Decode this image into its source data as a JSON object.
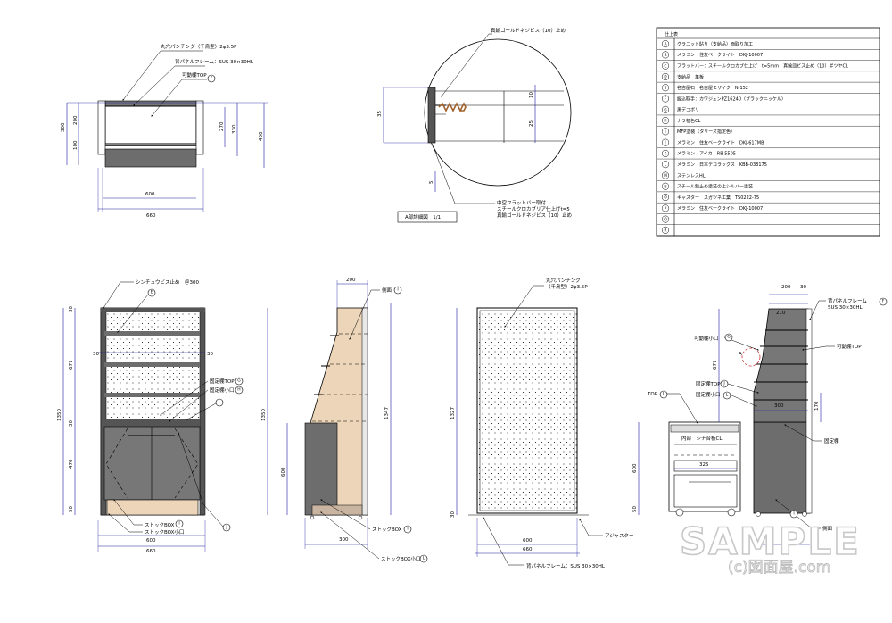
{
  "top_view": {
    "label_perf": "丸穴パンチング（千鳥型）2φ3.5P",
    "label_frame": "背パネルフレーム：SUS 30×30HL",
    "label_shelf": "可動棚TOP",
    "mark_shelf": "F",
    "dims": {
      "d200": "200",
      "d100": "100",
      "d300": "300",
      "d270": "270",
      "d330": "330",
      "d400": "400",
      "d600": "600",
      "d660": "660"
    }
  },
  "detail_a": {
    "label_screw": "真鍮ゴールドネジビス（10）止め",
    "label_bar_1": "中空フラットバー取付",
    "label_bar_2": "スチールクロカブリア仕上げt=5",
    "label_bar_3": "真鍮ゴールドネジビス（10）止め",
    "dims": {
      "d35": "35",
      "d10": "10",
      "d25": "25",
      "d5": "5"
    },
    "caption": "A部詳細図　1/1"
  },
  "finish_table": {
    "title": "仕上表",
    "rows": [
      {
        "mark": "A",
        "text": "グラニット貼り（支給品）面取り加工"
      },
      {
        "mark": "B",
        "text": "メラミン　住友ベークライト　DKJ-10007"
      },
      {
        "mark": "C",
        "text": "フラットバー：スチールクロカブ仕上げ　t=5mm　真鍮皿ビス止め（10）半ツヤCL"
      },
      {
        "mark": "D",
        "text": "支給品　革板"
      },
      {
        "mark": "E",
        "text": "名古屋石　名古屋モザイク　N-152"
      },
      {
        "mark": "F",
        "text": "掘込取手：カワジュンPZ16240（ブラックニッケル）"
      },
      {
        "mark": "G",
        "text": "黒デコボリ"
      },
      {
        "mark": "H",
        "text": "ナラ柾色CL"
      },
      {
        "mark": "I",
        "text": "MFP塗装（タリーズ指定色）"
      },
      {
        "mark": "J",
        "text": "メラミン　住友ベークライト　DKJ-617MB"
      },
      {
        "mark": "K",
        "text": "メラミン　アイカ　RB 5505"
      },
      {
        "mark": "L",
        "text": "メラミン　日本デコラックス　KBB-038175"
      },
      {
        "mark": "M",
        "text": "ステンレスHL"
      },
      {
        "mark": "N",
        "text": "スチール錆止め塗装の上シルバー塗装"
      },
      {
        "mark": "O",
        "text": "キャスター　スガツネ工業　TS0222-75"
      },
      {
        "mark": "P",
        "text": "メラミン　住友ベークライト　DKJ-10007"
      },
      {
        "mark": "Q",
        "text": ""
      },
      {
        "mark": "R",
        "text": ""
      }
    ]
  },
  "front_view": {
    "label_screw": "シンチュウビス止め　＠300",
    "label_shelf_top": "固定棚TOP",
    "label_shelf_small": "固定棚小口",
    "label_box": "ストックBOX",
    "label_box_edge": "ストックBOX小口",
    "mark_e": "E",
    "mark_g": "G",
    "mark_h": "H",
    "mark_l": "L",
    "mark_j": "J",
    "mark_i": "I",
    "dims": {
      "d1350": "1350",
      "d677": "677",
      "d470": "470",
      "d30a": "30",
      "d30b": "30",
      "d30c": "30",
      "d30d": "30",
      "d50": "50",
      "d600": "600",
      "d660": "660"
    }
  },
  "side_view": {
    "label_side": "側面",
    "label_box": "ストックBOX",
    "label_box_edge": "ストックBOX小口",
    "mark_side": "I",
    "mark_box": "I",
    "mark_edge": "L",
    "dims": {
      "d200": "200",
      "d1350": "1350",
      "d1347": "1347",
      "d600": "600",
      "d300": "300"
    }
  },
  "back_view": {
    "label_perf_1": "丸穴パンチング",
    "label_perf_2": "（千鳥型）2φ3.5P",
    "label_frame": "背パネルフレーム：SUS 30×30HL",
    "label_adjuster": "アジャスター",
    "dims": {
      "d1327": "1327",
      "d30": "30",
      "d600": "600",
      "d660": "660"
    }
  },
  "section_view": {
    "label_frame_1": "背パネルフレーム",
    "label_frame_2": "SUS 30×30HL",
    "label_shelf_top": "可動棚TOP",
    "label_shelf_small": "可動棚小口",
    "label_fixed_top": "固定棚TOP",
    "label_fixed_small": "固定棚小口",
    "label_fixed": "固定棚",
    "label_inner": "内部　シナ合板CL",
    "label_side": "側面",
    "label_top": "TOP",
    "label_a": "A",
    "mark_frame": "F",
    "mark_movable": "G",
    "mark_fixed_top": "J",
    "mark_fixed_small": "L",
    "mark_top": "L",
    "mark_side": "I",
    "dims": {
      "d200": "200",
      "d30": "30",
      "d210": "210",
      "d677": "677",
      "d170": "170",
      "d300": "300",
      "d600": "600",
      "d325": "325",
      "d50": "50"
    }
  },
  "watermark": {
    "sample": "SAMPLE",
    "copyright": "(c)図面屋.com"
  }
}
